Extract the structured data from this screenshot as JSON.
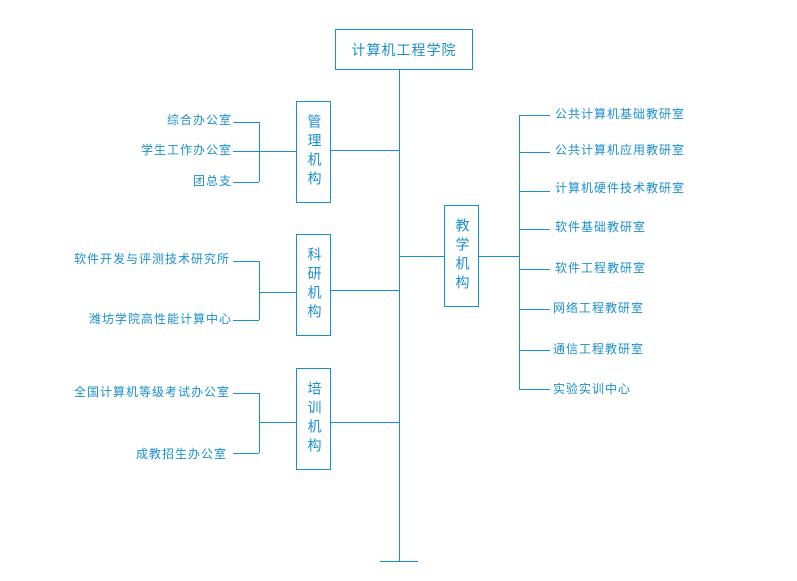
{
  "colors": {
    "line": "#1a8fcf",
    "text": "#1a8fcf",
    "background": "#ffffff"
  },
  "root": "计算机工程学院",
  "groups": {
    "management": {
      "title": "管理机构",
      "items": [
        "综合办公室",
        "学生工作办公室",
        "团总支"
      ]
    },
    "research": {
      "title": "科研机构",
      "items": [
        "软件开发与评测技术研究所",
        "潍坊学院高性能计算中心"
      ]
    },
    "training": {
      "title": "培训机构",
      "items": [
        "全国计算机等级考试办公室",
        "成教招生办公室"
      ]
    },
    "teaching": {
      "title": "教学机构",
      "items": [
        "公共计算机基础教研室",
        "公共计算机应用教研室",
        "计算机硬件技术教研室",
        "软件基础教研室",
        "软件工程教研室",
        "网络工程教研室",
        "通信工程教研室",
        "实验实训中心"
      ]
    }
  }
}
